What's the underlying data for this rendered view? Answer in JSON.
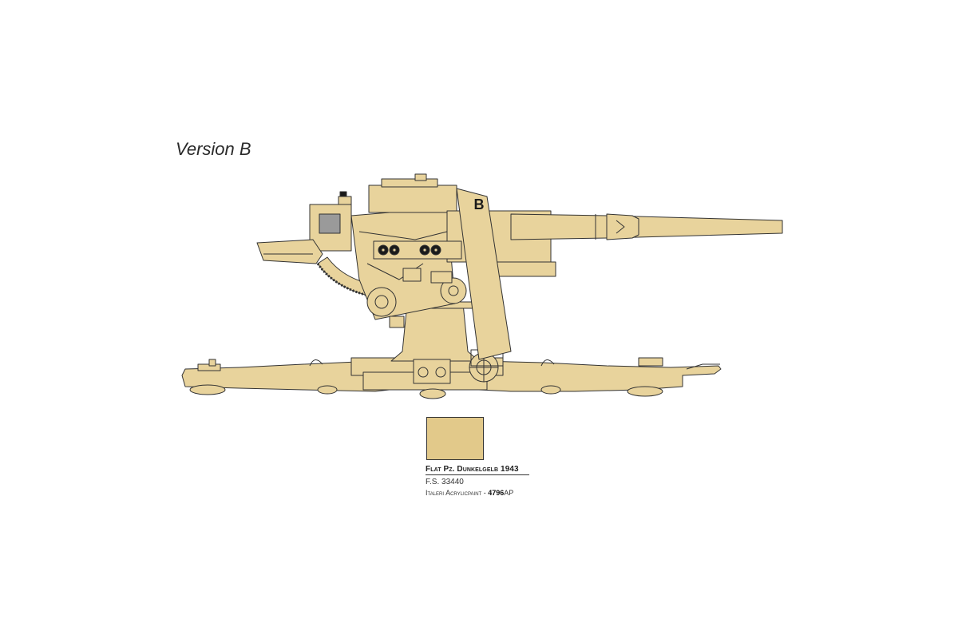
{
  "title": "Version B",
  "marking": "B",
  "colors": {
    "primary_paint": "#e8d39c",
    "swatch": "#e2c98a",
    "outline": "#333333",
    "detail_dark": "#1a1a1a",
    "sight_gray": "#9a9a9a"
  },
  "paint": {
    "name": "Flat Pz. Dunkelgelb 1943",
    "fs_code": "F.S. 33440",
    "brand": "Italeri Acrylicpaint - ",
    "code_number": "4796",
    "code_suffix": "AP"
  }
}
